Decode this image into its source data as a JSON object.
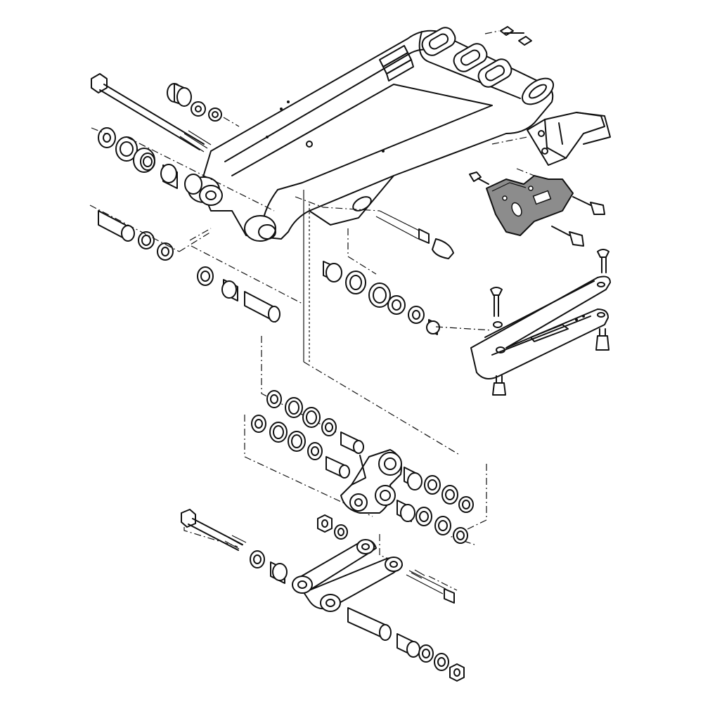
{
  "diagram": {
    "highlight_color": "#8c8c8c",
    "line_color": "#111111",
    "background": "#ffffff",
    "parts": [
      "swingarm",
      "pivot-shaft",
      "chain-guide",
      "chain-slider",
      "relay-arm",
      "connecting-rod",
      "bolts",
      "bearings",
      "collars",
      "seals"
    ]
  }
}
